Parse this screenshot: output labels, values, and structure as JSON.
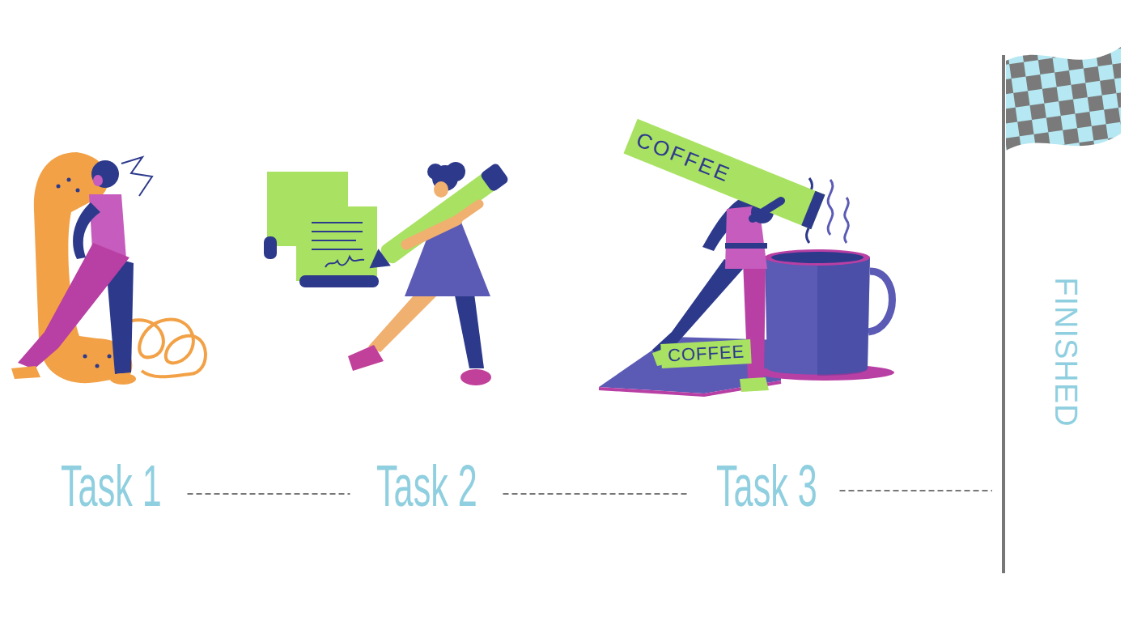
{
  "diagram": {
    "nodes": [
      {
        "text": [
          "Task 1"
        ]
      },
      {
        "text": [
          "Task 2"
        ]
      },
      {
        "text": [
          "Task 3"
        ]
      },
      {
        "text": [
          "FINISHED"
        ]
      }
    ],
    "edges": [
      {
        "from": 0,
        "to": 1,
        "arrow": "none"
      },
      {
        "from": 1,
        "to": 2,
        "arrow": "none"
      },
      {
        "from": 2,
        "to": 3,
        "arrow": "none"
      }
    ],
    "labels": [
      "COFFEE",
      "COFFEE"
    ]
  }
}
